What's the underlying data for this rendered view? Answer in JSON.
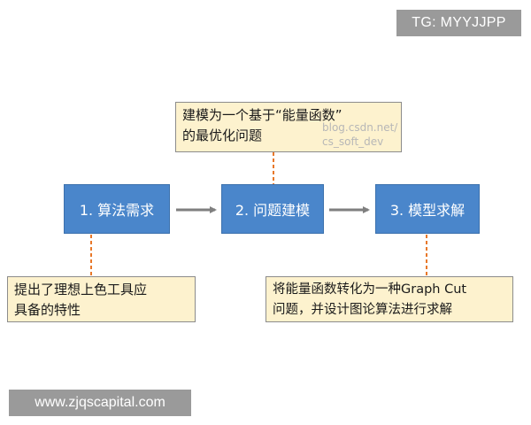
{
  "watermark_top": "TG: MYYJJPP",
  "watermark_bottom": "www.zjqscapital.com",
  "source_watermark": {
    "line1": "blog.csdn.net/",
    "line2": "cs_soft_dev"
  },
  "steps": [
    {
      "label": "1. 算法需求"
    },
    {
      "label": "2. 问题建模"
    },
    {
      "label": "3. 模型求解"
    }
  ],
  "notes": {
    "top": {
      "line1": "建模为一个基于“能量函数”",
      "line2": "的最优化问题"
    },
    "left": {
      "line1": "提出了理想上色工具应",
      "line2": "具备的特性"
    },
    "right": {
      "line1": "将能量函数转化为一种Graph Cut",
      "line2": "问题，并设计图论算法进行求解"
    }
  },
  "colors": {
    "step_fill": "#4a86cb",
    "note_fill": "#fdf2ce",
    "connector": "#e8782a",
    "arrow": "#7f7f7f"
  }
}
